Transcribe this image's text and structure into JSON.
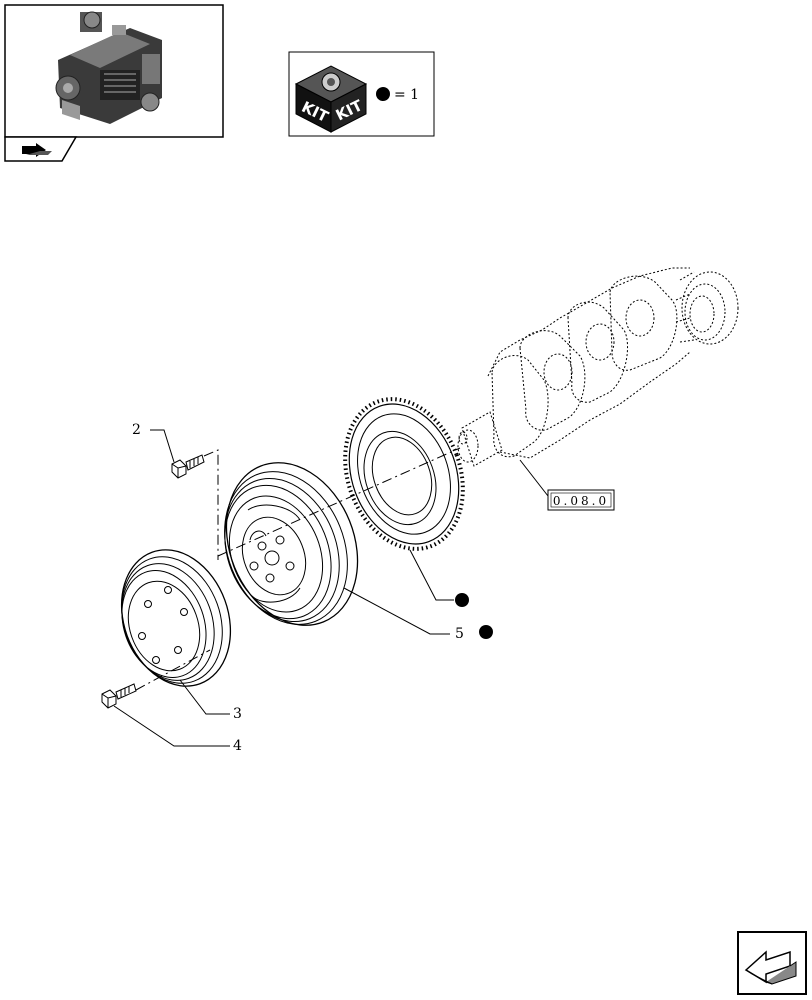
{
  "kit_legend": {
    "kit_label_left": "KIT",
    "kit_label_right": "KIT",
    "equals_text": "= 1"
  },
  "reference_box": {
    "text": "0.08.0"
  },
  "callouts": [
    {
      "id": "2",
      "label": "2"
    },
    {
      "id": "3",
      "label": "3"
    },
    {
      "id": "4",
      "label": "4"
    },
    {
      "id": "5",
      "label": "5"
    }
  ],
  "icons": {
    "thumbnail": "engine-thumbnail-icon",
    "nav_small": "arrow-nav-icon",
    "nav_large": "back-arrow-icon"
  }
}
